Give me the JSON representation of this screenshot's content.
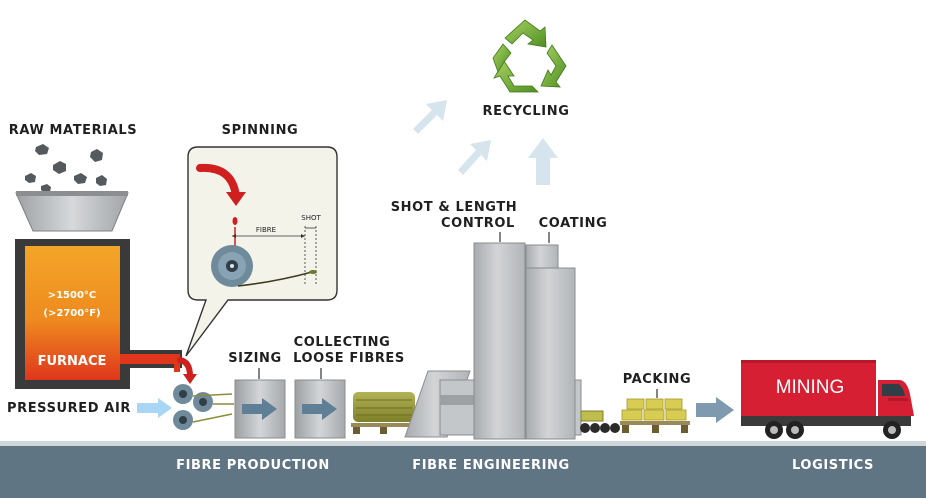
{
  "labels": {
    "raw_materials": "RAW MATERIALS",
    "spinning": "SPINNING",
    "fibre": "FIBRE",
    "shot": "SHOT",
    "furnace_temp_c": ">1500°C",
    "furnace_temp_f": "(>2700°F)",
    "furnace": "FURNACE",
    "pressured_air": "PRESSURED AIR",
    "sizing": "SIZING",
    "collecting_line1": "COLLECTING",
    "collecting_line2": "LOOSE FIBRES",
    "shot_length_line1": "SHOT & LENGTH",
    "shot_length_line2": "CONTROL",
    "coating": "COATING",
    "recycling": "RECYCLING",
    "packing": "PACKING",
    "truck": "MINING"
  },
  "band": {
    "fibre_production": "FIBRE PRODUCTION",
    "fibre_engineering": "FIBRE ENGINEERING",
    "logistics": "LOGISTICS"
  },
  "colors": {
    "band": "#5f7583",
    "recycle_green": "#7fb03a",
    "furnace_orange": "#f0951f",
    "furnace_red": "#e0361c",
    "truck_red": "#d71f33",
    "arrow_light_blue": "#d6e4ee",
    "machine_grey": "#b9bcbf",
    "bale_olive": "#9a9a3a",
    "pack_yellow": "#d8cc52",
    "spin_arrow_red": "#cf1f1f",
    "air_blue": "#a9d6f5"
  }
}
